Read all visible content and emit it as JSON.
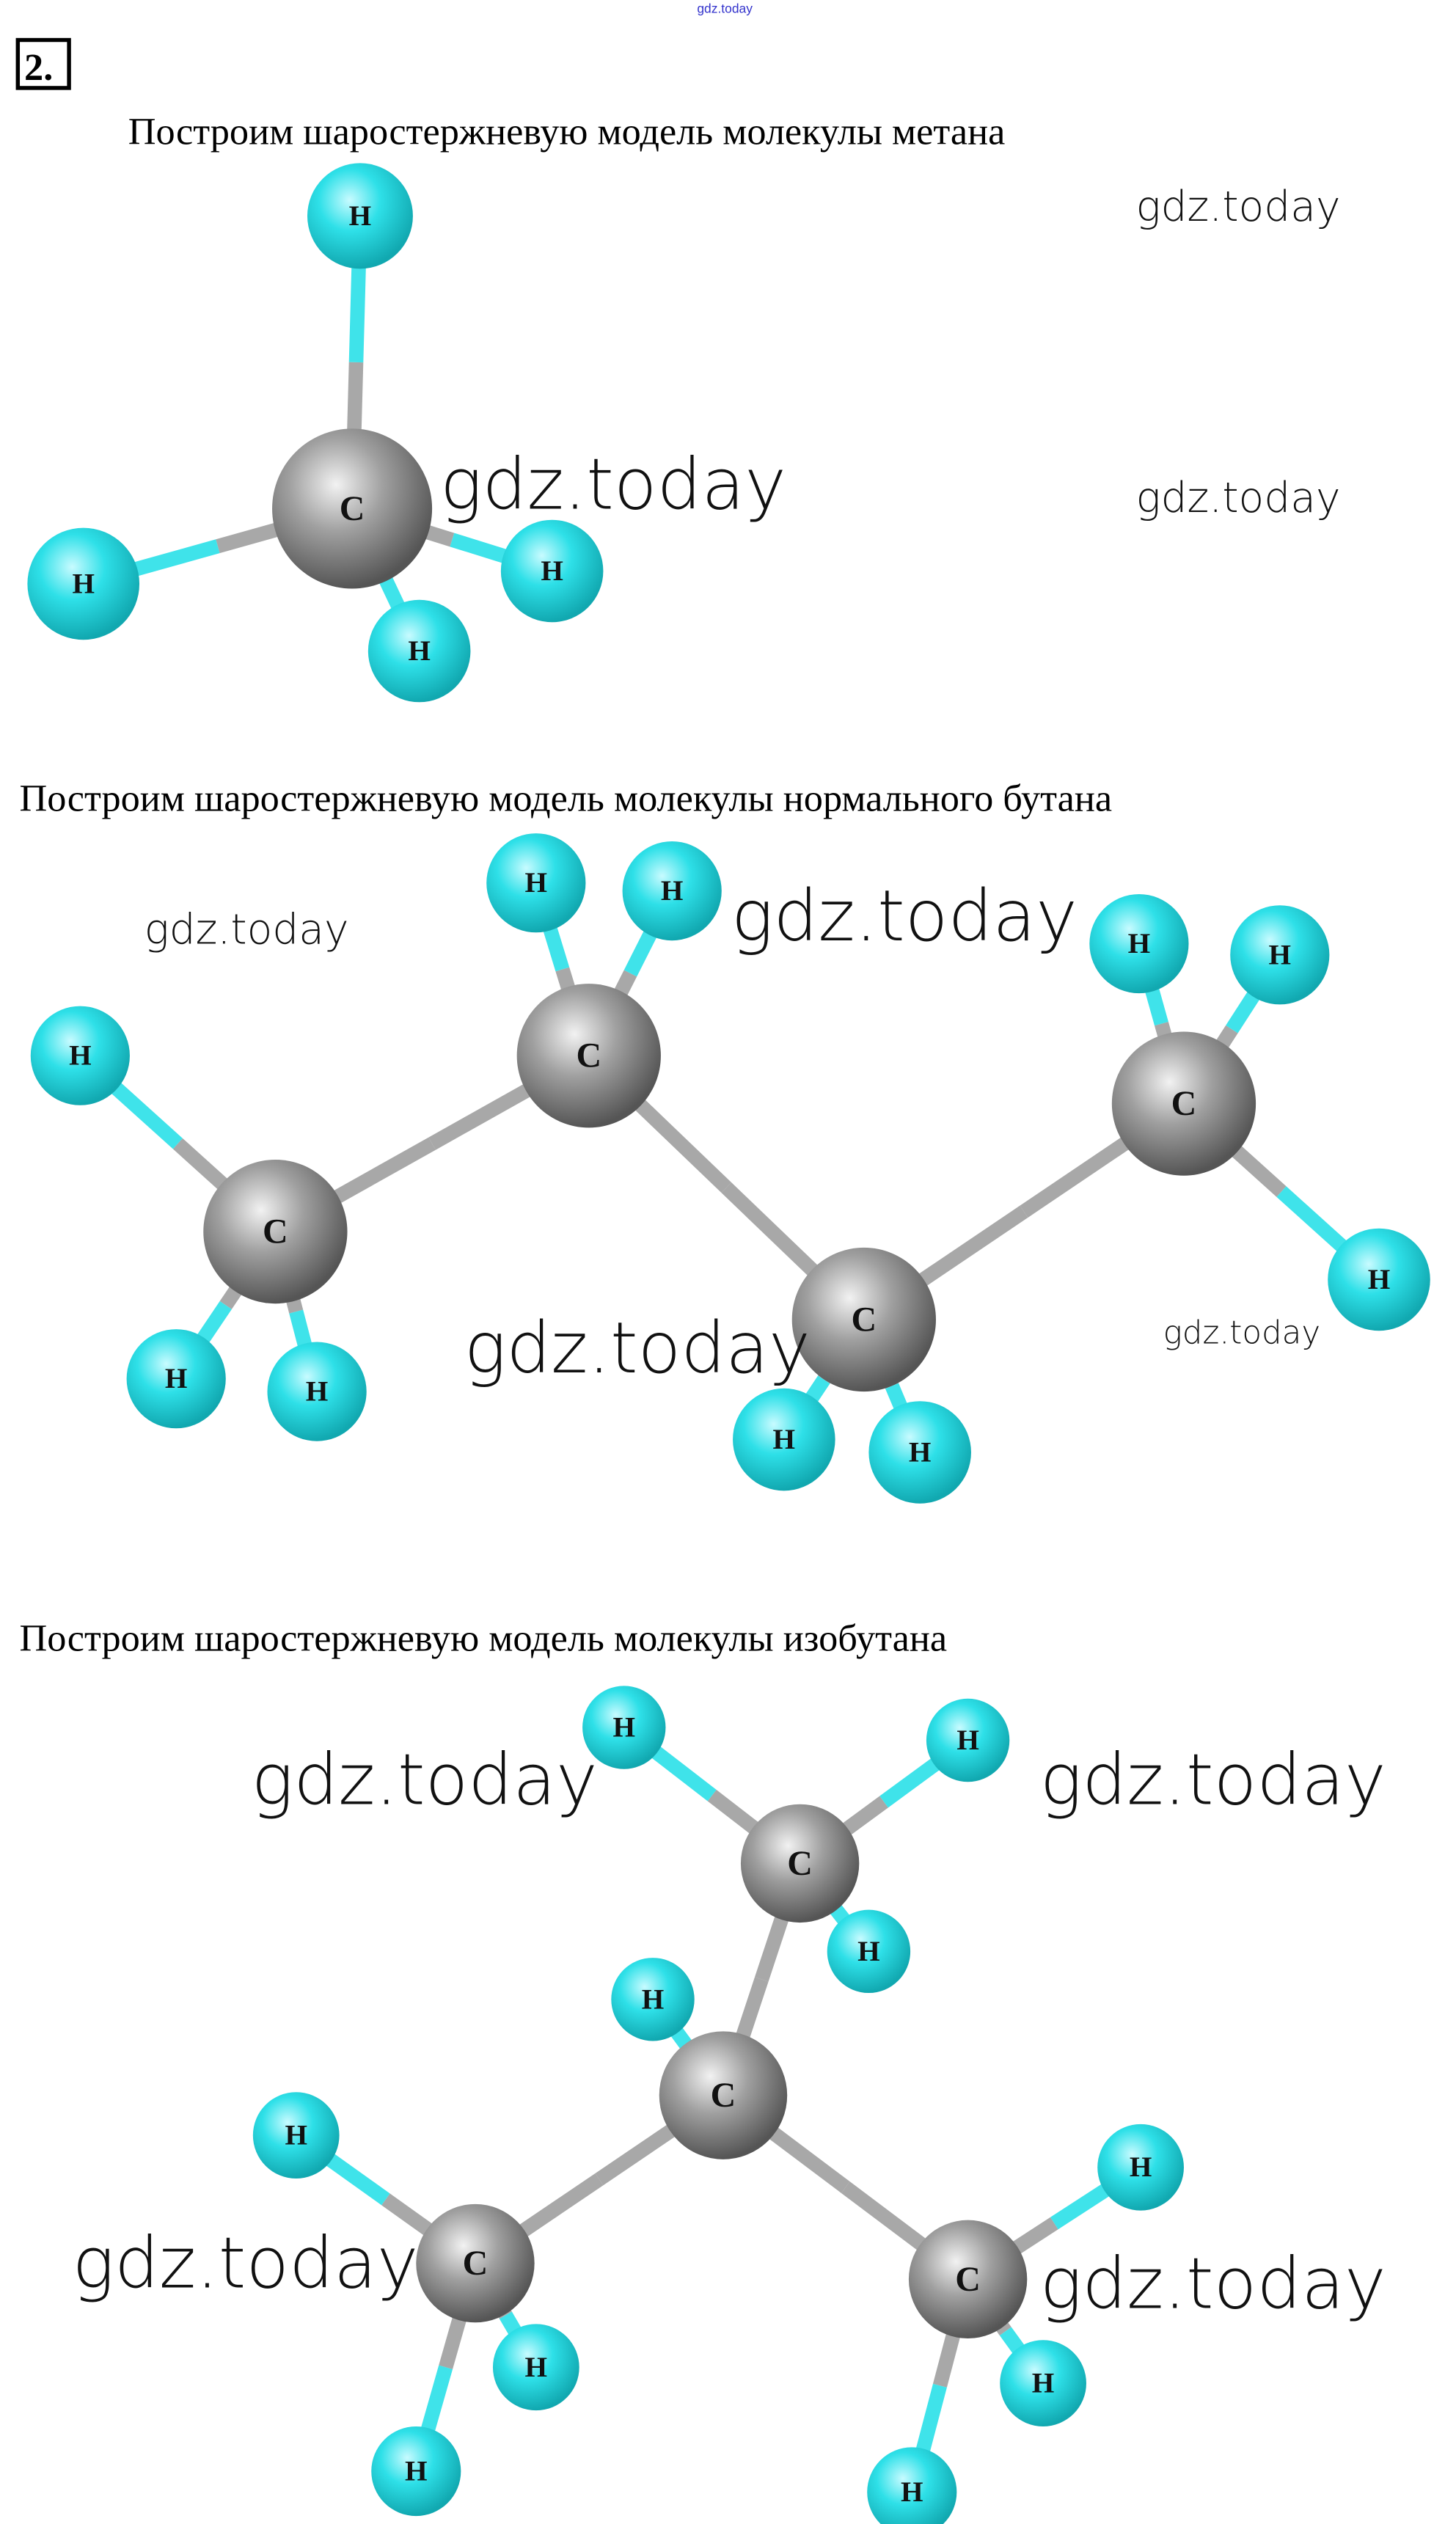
{
  "top_link": "gdz.today",
  "task_number": "2.",
  "sections": [
    {
      "heading": "Построим шаростержневую модель молекулы метана"
    },
    {
      "heading": "Построим шаростержневую модель молекулы нормального бутана"
    },
    {
      "heading": "Построим шаростержневую модель молекулы изобутана"
    }
  ],
  "watermark": "gdz.today",
  "atoms": {
    "carbon": "C",
    "hydrogen": "H"
  },
  "colors": {
    "carbon": "#8c8c8c",
    "hydrogen": "#22d8e0",
    "link": "#3333cc"
  }
}
